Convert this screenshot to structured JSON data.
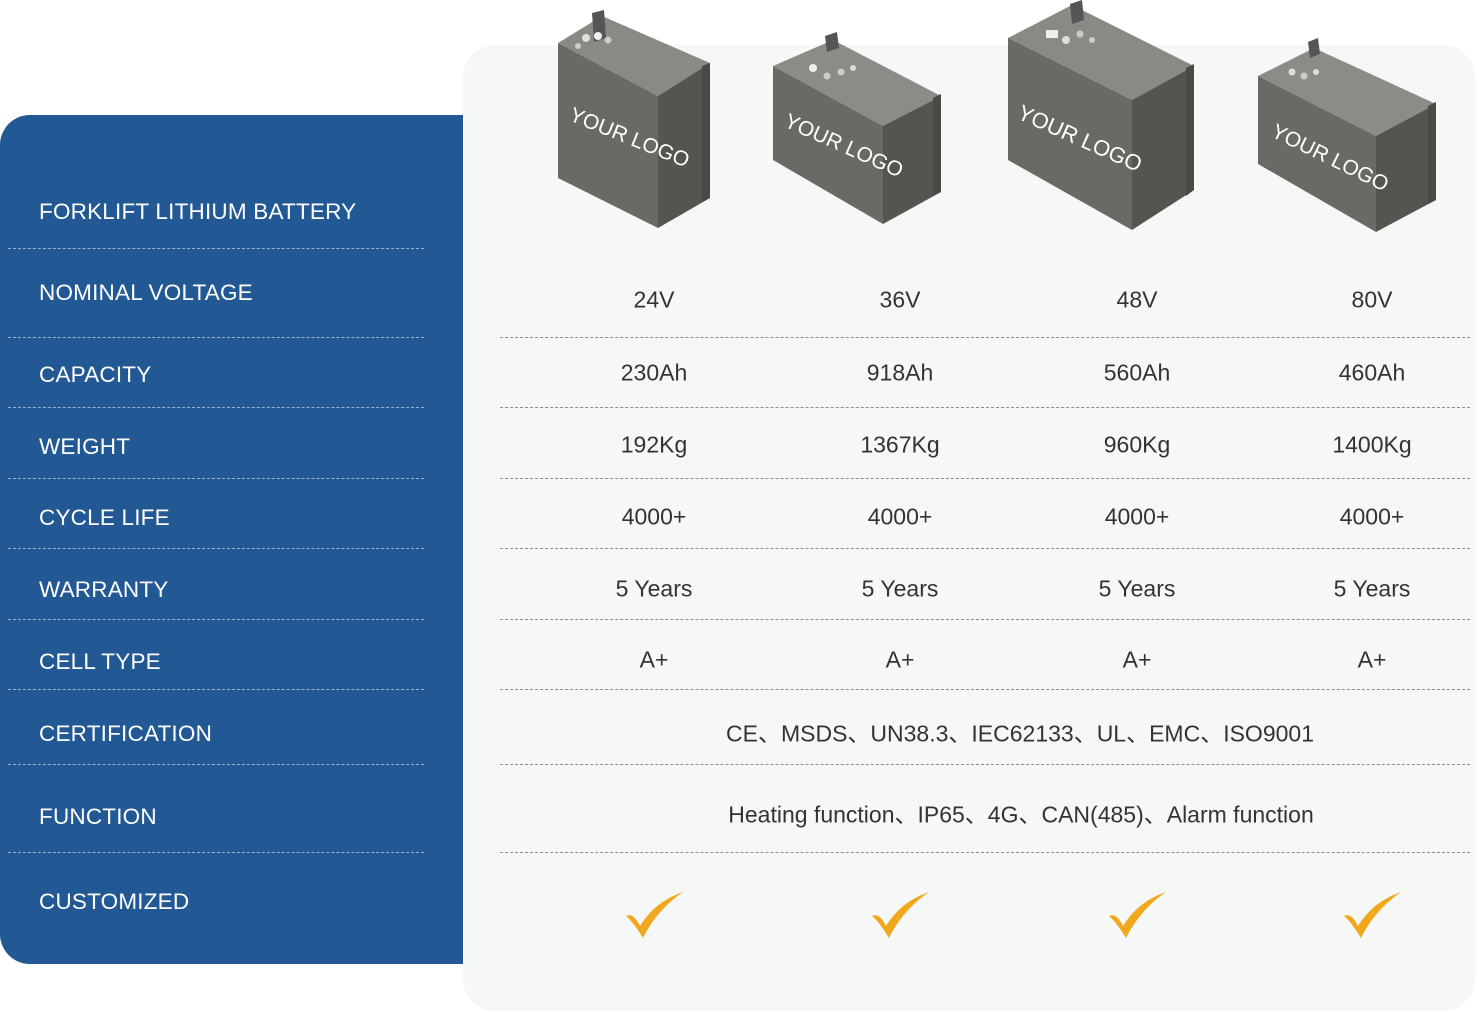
{
  "product": {
    "title": "FORKLIFT LITHIUM BATTERY",
    "logo_text": "YOUR LOGO"
  },
  "specs": [
    {
      "label": "NOMINAL VOLTAGE",
      "values": [
        "24V",
        "36V",
        "48V",
        "80V"
      ]
    },
    {
      "label": "CAPACITY",
      "values": [
        "230Ah",
        "918Ah",
        "560Ah",
        "460Ah"
      ]
    },
    {
      "label": "WEIGHT",
      "values": [
        "192Kg",
        "1367Kg",
        "960Kg",
        "1400Kg"
      ]
    },
    {
      "label": "CYCLE LIFE",
      "values": [
        "4000+",
        "4000+",
        "4000+",
        "4000+"
      ]
    },
    {
      "label": "WARRANTY",
      "values": [
        "5 Years",
        "5 Years",
        "5 Years",
        "5 Years"
      ]
    },
    {
      "label": "CELL TYPE",
      "values": [
        "A+",
        "A+",
        "A+",
        "A+"
      ]
    }
  ],
  "certification": {
    "label": "CERTIFICATION",
    "value": "CE、MSDS、UN38.3、IEC62133、UL、EMC、ISO9001"
  },
  "function": {
    "label": "FUNCTION",
    "value": "Heating function、IP65、4G、CAN(485)、Alarm function"
  },
  "customized": {
    "label": "CUSTOMIZED",
    "icon": "checkmark-icon",
    "values": [
      true,
      true,
      true,
      true
    ]
  },
  "colors": {
    "panel_blue": "#225894",
    "panel_gray": "#f6f7f7",
    "check_orange": "#f2a81d",
    "battery_gray": "#6b6b66"
  }
}
